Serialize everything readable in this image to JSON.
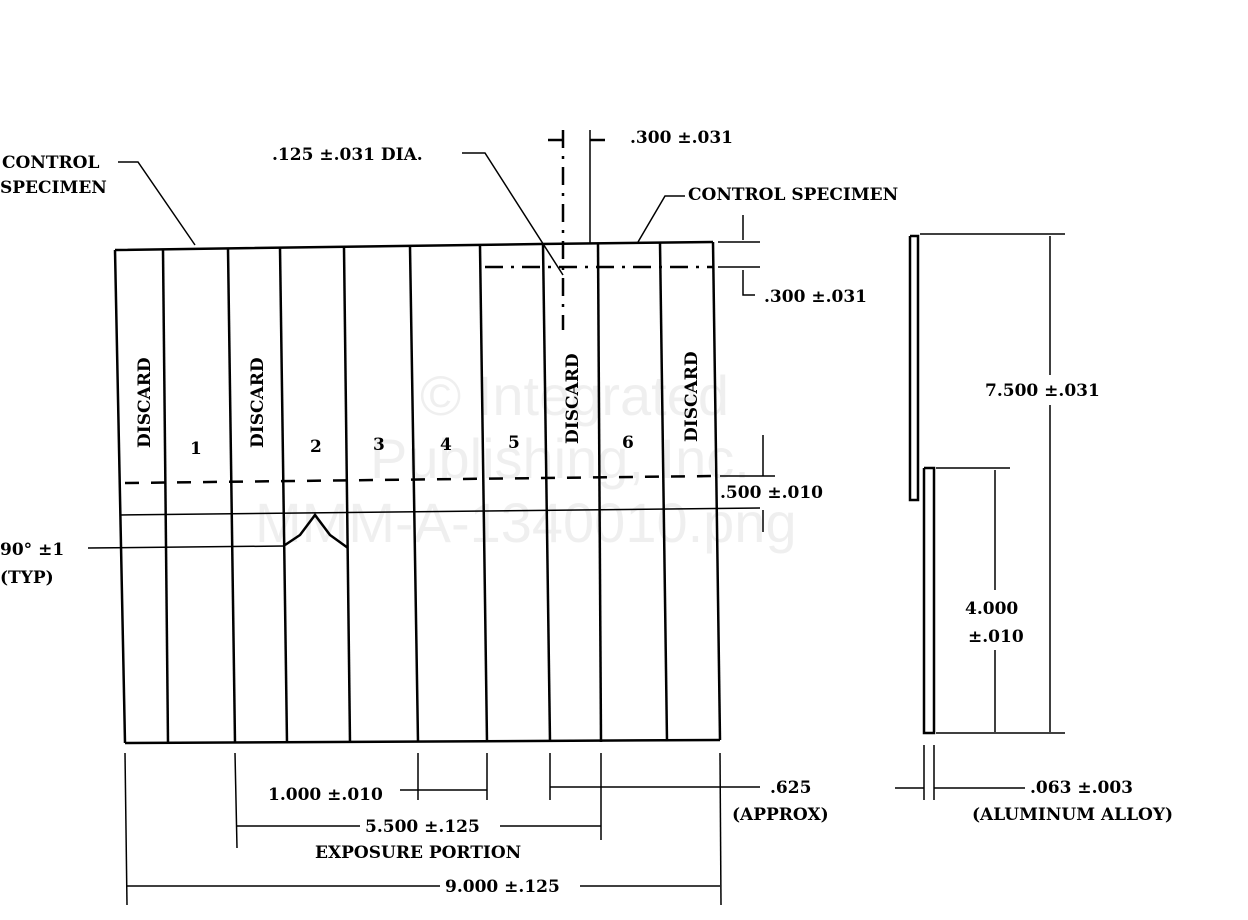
{
  "labels": {
    "control_specimen_left_1": "CONTROL",
    "control_specimen_left_2": "SPECIMEN",
    "hole_dia": ".125 ±.031 DIA.",
    "hole_offset_x": ".300 ±.031",
    "control_specimen_right": "CONTROL SPECIMEN",
    "hole_offset_y": ".300 ±.031",
    "notch_depth": ".500 ±.010",
    "angle_1": "90° ±1",
    "angle_2": "(TYP)",
    "specimen_width": "1.000 ±.010",
    "exposure_length": "5.500 ±.125",
    "exposure_portion": "EXPOSURE PORTION",
    "overall_length": "9.000 ±.125",
    "edge_1": ".625",
    "edge_2": "(APPROX)",
    "height_total": "7.500 ±.031",
    "height_lower_1": "4.000",
    "height_lower_2": "±.010",
    "thickness": ".063 ±.003",
    "material": "(ALUMINUM ALLOY)"
  },
  "strips": [
    "DISCARD",
    "1",
    "DISCARD",
    "2",
    "3",
    "4",
    "5",
    "DISCARD",
    "6",
    "DISCARD"
  ],
  "watermark": [
    "© Integrated",
    "Publishing, Inc.",
    "MMM-A-1340010.png"
  ]
}
